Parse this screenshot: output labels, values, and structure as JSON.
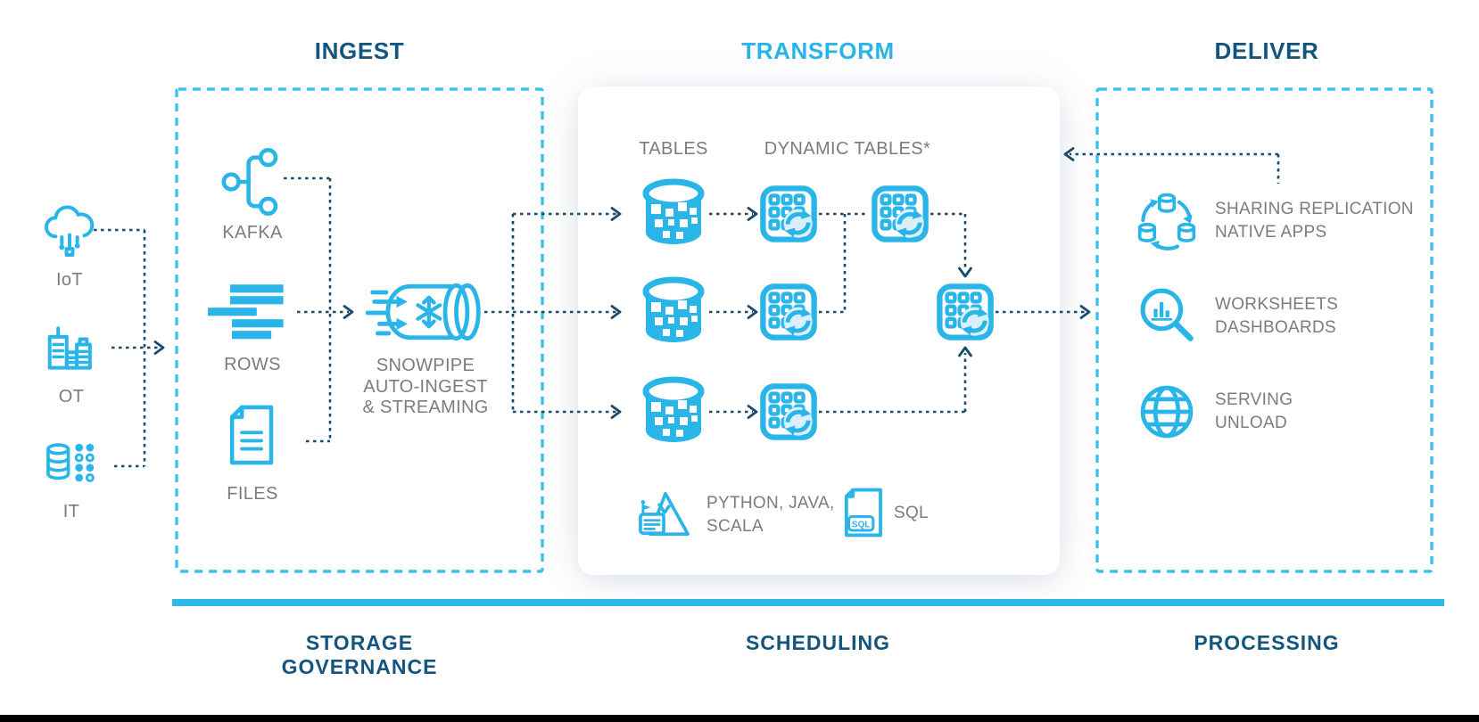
{
  "colors": {
    "brand_blue": "#29B5E8",
    "box_dash_blue": "#3EC0F1",
    "connector_navy": "#1B4A6B",
    "heading_navy": "#14557E",
    "label_gray": "#7A7C7F",
    "divider_blue": "#2FB9E9",
    "bottom_bar_black": "#000000"
  },
  "headers": {
    "ingest": "INGEST",
    "transform": "TRANSFORM",
    "deliver": "DELIVER"
  },
  "sources": [
    {
      "label": "IoT",
      "icon": "iot-cloud-icon"
    },
    {
      "label": "OT",
      "icon": "ot-buildings-icon"
    },
    {
      "label": "IT",
      "icon": "it-database-icon"
    }
  ],
  "ingest": {
    "items": [
      {
        "label": "KAFKA",
        "icon": "kafka-branch-icon"
      },
      {
        "label": "ROWS",
        "icon": "rows-bars-icon"
      },
      {
        "label": "FILES",
        "icon": "files-document-icon"
      }
    ],
    "snowpipe": {
      "icon": "snowpipe-pipe-icon",
      "lines": [
        "SNOWPIPE",
        "AUTO-INGEST",
        "& STREAMING"
      ]
    }
  },
  "transform": {
    "columns": {
      "tables": "TABLES",
      "dynamic": "DYNAMIC TABLES*"
    },
    "table_icon": "table-cylinder-icon",
    "dynamic_icon": "dynamic-table-refresh-icon",
    "legend": {
      "languages": {
        "icon": "snowpark-mountain-icon",
        "lines": [
          "PYTHON, JAVA,",
          "SCALA"
        ]
      },
      "sql": {
        "icon": "sql-document-icon",
        "label": "SQL",
        "badge": "SQL"
      }
    }
  },
  "deliver": {
    "items": [
      {
        "icon": "sharing-replication-icon",
        "lines": [
          "SHARING REPLICATION",
          "NATIVE APPS"
        ]
      },
      {
        "icon": "worksheets-magnifier-icon",
        "lines": [
          "WORKSHEETS",
          "DASHBOARDS"
        ]
      },
      {
        "icon": "serving-globe-icon",
        "lines": [
          "SERVING",
          "UNLOAD"
        ]
      }
    ]
  },
  "footer": {
    "sections": [
      {
        "lines": [
          "STORAGE",
          "GOVERNANCE"
        ]
      },
      {
        "lines": [
          "SCHEDULING",
          ""
        ]
      },
      {
        "lines": [
          "PROCESSING",
          ""
        ]
      }
    ]
  }
}
